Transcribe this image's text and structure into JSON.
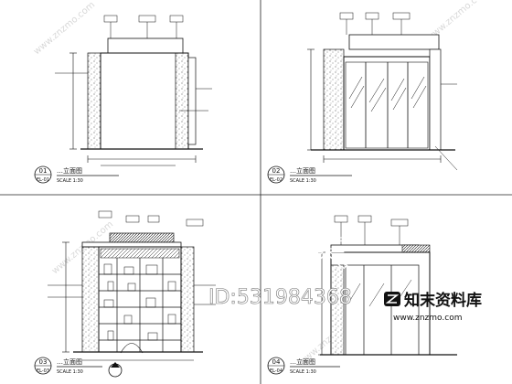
{
  "panels": [
    {
      "id": "p1",
      "number": "01",
      "title": "…立面图",
      "scale": "SCALE 1:30",
      "ref": "EL-01"
    },
    {
      "id": "p2",
      "number": "02",
      "title": "…立面图",
      "scale": "SCALE 1:30",
      "ref": "EL-02"
    },
    {
      "id": "p3",
      "number": "03",
      "title": "…立面图",
      "scale": "SCALE 1:30",
      "ref": "EL-03"
    },
    {
      "id": "p4",
      "number": "04",
      "title": "…立面图",
      "scale": "SCALE 1:30",
      "ref": "EL-04"
    }
  ],
  "watermark": {
    "big_text": "知末",
    "id_text": "ID:531984368",
    "site_name": "知末资料库",
    "site_url": "www.znzmo.com",
    "diag_text": "www.znzmo.com"
  }
}
